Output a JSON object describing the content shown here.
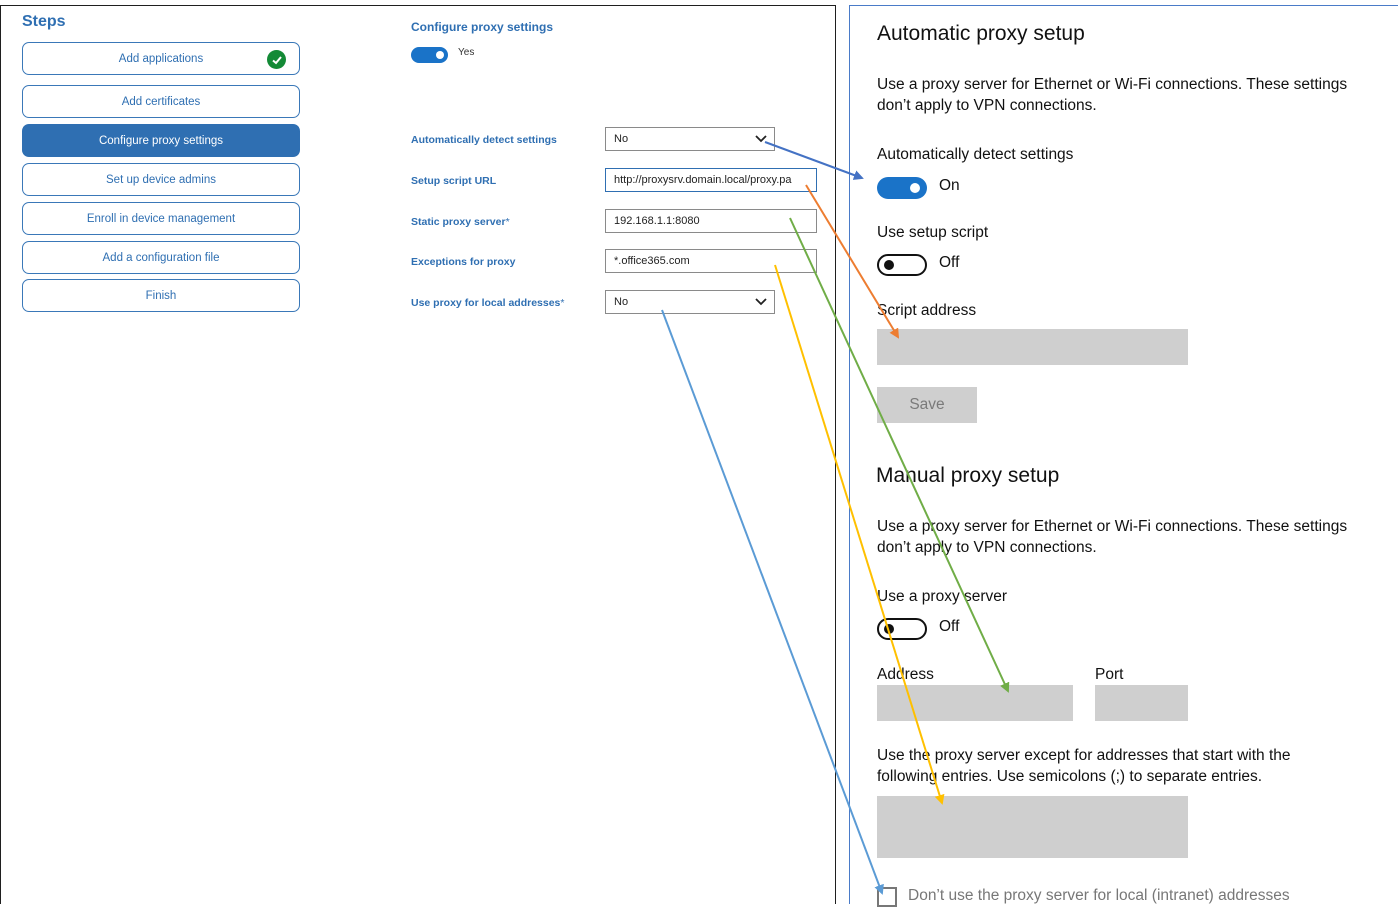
{
  "steps": {
    "title": "Steps",
    "items": [
      {
        "label": "Add applications",
        "completed": true
      },
      {
        "label": "Add certificates"
      },
      {
        "label": "Configure proxy settings",
        "active": true
      },
      {
        "label": "Set up device admins"
      },
      {
        "label": "Enroll in device management"
      },
      {
        "label": "Add a configuration file"
      },
      {
        "label": "Finish"
      }
    ]
  },
  "form": {
    "section_title": "Configure proxy settings",
    "toggle_label": "Yes",
    "fields": {
      "auto_detect": {
        "label": "Automatically detect settings",
        "value": "No"
      },
      "setup_script": {
        "label": "Setup script URL",
        "value": "http://proxysrv.domain.local/proxy.pa"
      },
      "static_proxy": {
        "label": "Static proxy server",
        "required_mark": "*",
        "value": "192.168.1.1:8080"
      },
      "exceptions": {
        "label": "Exceptions for proxy",
        "value": "*.office365.com"
      },
      "local_addresses": {
        "label": "Use proxy for local addresses",
        "required_mark": "*",
        "value": "No"
      }
    }
  },
  "windows_settings": {
    "auto_title": "Automatic proxy setup",
    "auto_desc_line1": "Use a proxy server for Ethernet or Wi-Fi connections. These settings",
    "auto_desc_line2": "don’t apply to VPN connections.",
    "auto_detect_label": "Automatically detect settings",
    "auto_detect_state": "On",
    "setup_script_label": "Use setup script",
    "setup_script_state": "Off",
    "script_address_label": "Script address",
    "save_label": "Save",
    "manual_title": "Manual proxy setup",
    "manual_desc_line1": "Use a proxy server for Ethernet or Wi-Fi connections. These settings",
    "manual_desc_line2": "don’t apply to VPN connections.",
    "use_proxy_label": "Use a proxy server",
    "use_proxy_state": "Off",
    "address_label": "Address",
    "port_label": "Port",
    "exceptions_line1": "Use the proxy server except for addresses that start with the",
    "exceptions_line2": "following entries. Use semicolons (;) to separate entries.",
    "local_checkbox_label": "Don’t use the proxy server for local (intranet) addresses"
  },
  "colors": {
    "accent": "#2f6fb2",
    "arrow_blue_dark": "#4472c4",
    "arrow_orange": "#ed7d31",
    "arrow_green": "#70ad47",
    "arrow_yellow": "#ffc000",
    "arrow_blue_light": "#5b9bd5"
  }
}
